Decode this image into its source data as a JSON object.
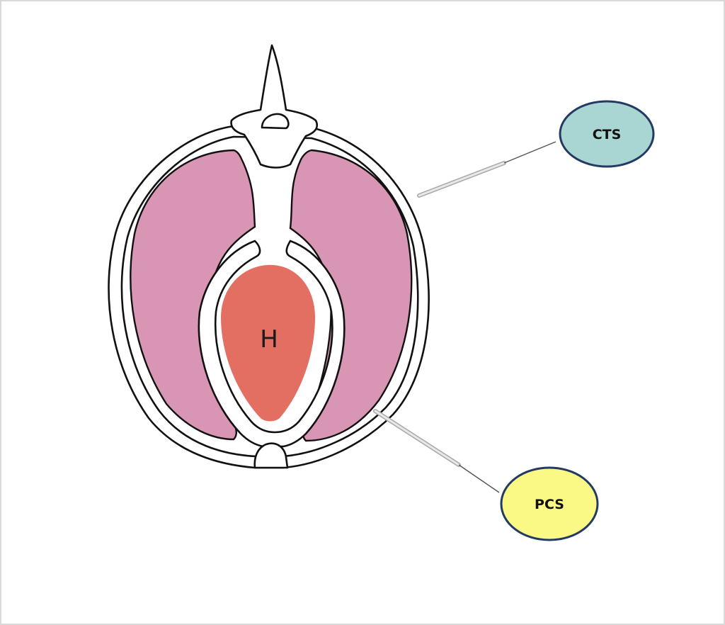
{
  "diagram": {
    "heart_label": "H",
    "callouts": [
      {
        "label": "CTS",
        "fill": "#a9d6d3",
        "stroke": "#233a63"
      },
      {
        "label": "PCS",
        "fill": "#fbf985",
        "stroke": "#233a63"
      }
    ]
  },
  "colors": {
    "lung": "#d896b4",
    "heart": "#e36f63",
    "outline": "#111111",
    "tube": "#cfcfcf"
  }
}
